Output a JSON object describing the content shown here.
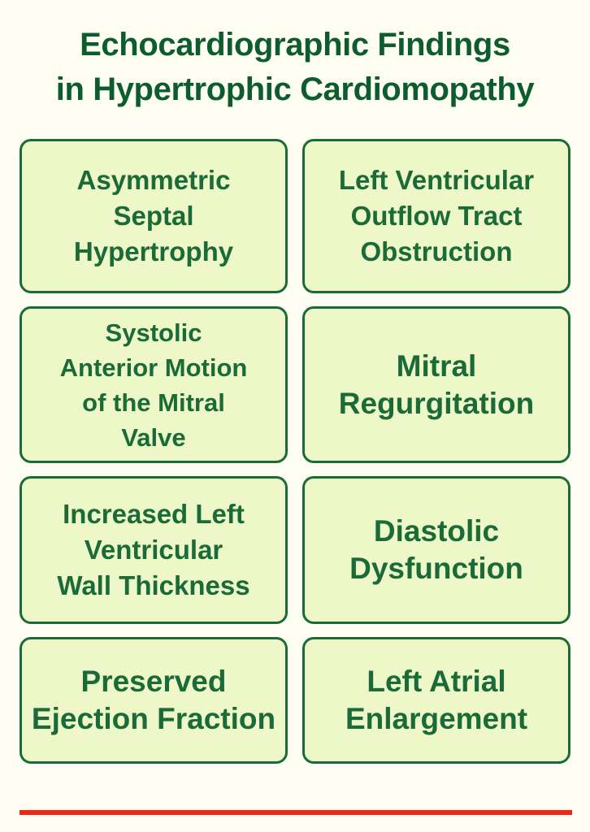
{
  "page": {
    "background_color": "#fffef2",
    "title_color": "#0d5c2e",
    "card_fill_color": "#edf7c8",
    "card_border_color": "#1a6b37",
    "card_text_color": "#1a6b37",
    "accent_rule_color": "#f42515"
  },
  "title": {
    "line1": "Echocardiographic Findings",
    "line2": "in Hypertrophic Cardiomopathy",
    "full": "Echocardiographic Findings in Hypertrophic Cardiomopathy"
  },
  "cards": [
    {
      "id": "asymmetric-septal-hypertrophy",
      "label": "Asymmetric\nSeptal\nHypertrophy",
      "text": "Asymmetric Septal Hypertrophy",
      "lines": 3
    },
    {
      "id": "left-ventricular-outflow-tract-obstruction",
      "label": "Left Ventricular\nOutflow Tract\nObstruction",
      "text": "Left Ventricular Outflow Tract Obstruction",
      "lines": 3
    },
    {
      "id": "systolic-anterior-motion-of-the-mitral-valve",
      "label": "Systolic\nAnterior Motion\nof the Mitral\nValve",
      "text": "Systolic Anterior Motion of the Mitral Valve",
      "lines": 4
    },
    {
      "id": "mitral-regurgitation",
      "label": "Mitral\nRegurgitation",
      "text": "Mitral Regurgitation",
      "lines": 2
    },
    {
      "id": "increased-left-ventricular-wall-thickness",
      "label": "Increased Left\nVentricular\nWall Thickness",
      "text": "Increased Left Ventricular Wall Thickness",
      "lines": 3
    },
    {
      "id": "diastolic-dysfunction",
      "label": "Diastolic\nDysfunction",
      "text": "Diastolic Dysfunction",
      "lines": 2
    },
    {
      "id": "preserved-ejection-fraction",
      "label": "Preserved\nEjection Fraction",
      "text": "Preserved Ejection Fraction",
      "lines": 2
    },
    {
      "id": "left-atrial-enlargement",
      "label": "Left Atrial\nEnlargement",
      "text": "Left Atrial Enlargement",
      "lines": 2
    }
  ]
}
